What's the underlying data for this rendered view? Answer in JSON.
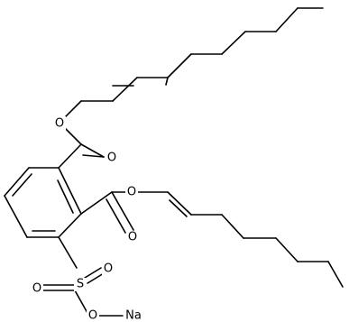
{
  "atom_labels": {
    "o_ester1": "O",
    "o_carbonyl1": "O",
    "o_ester2": "O",
    "o_carbonyl2": "O",
    "s": "S",
    "o_sulfonyl_left": "O",
    "o_sulfonyl_right": "O",
    "o_sodium": "O",
    "na": "Na"
  },
  "colors": {
    "bond": "#000000",
    "label": "#000000",
    "background": "#ffffff"
  }
}
